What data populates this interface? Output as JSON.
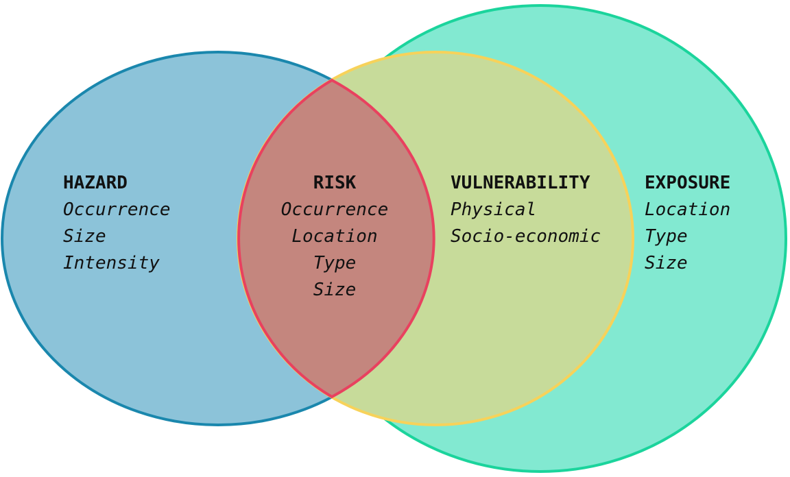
{
  "colors": {
    "hazard_fill": "#6fb4cf",
    "hazard_stroke": "#1a87ad",
    "exposure_fill": "#63e3c6",
    "exposure_stroke": "#1bd49c",
    "vulnerability_fill": "#c7db9a",
    "vulnerability_stroke": "#f7d25a",
    "risk_fill": "#c4867e",
    "risk_stroke": "#e8415f"
  },
  "hazard": {
    "title": "HAZARD",
    "items": [
      "Occurrence",
      "Size",
      "Intensity"
    ]
  },
  "risk": {
    "title": "RISK",
    "items": [
      "Occurrence",
      "Location",
      "Type",
      "Size"
    ]
  },
  "vulnerability": {
    "title": "VULNERABILITY",
    "items": [
      "Physical",
      "Socio-economic"
    ]
  },
  "exposure": {
    "title": "EXPOSURE",
    "items": [
      "Location",
      "Type",
      "Size"
    ]
  }
}
